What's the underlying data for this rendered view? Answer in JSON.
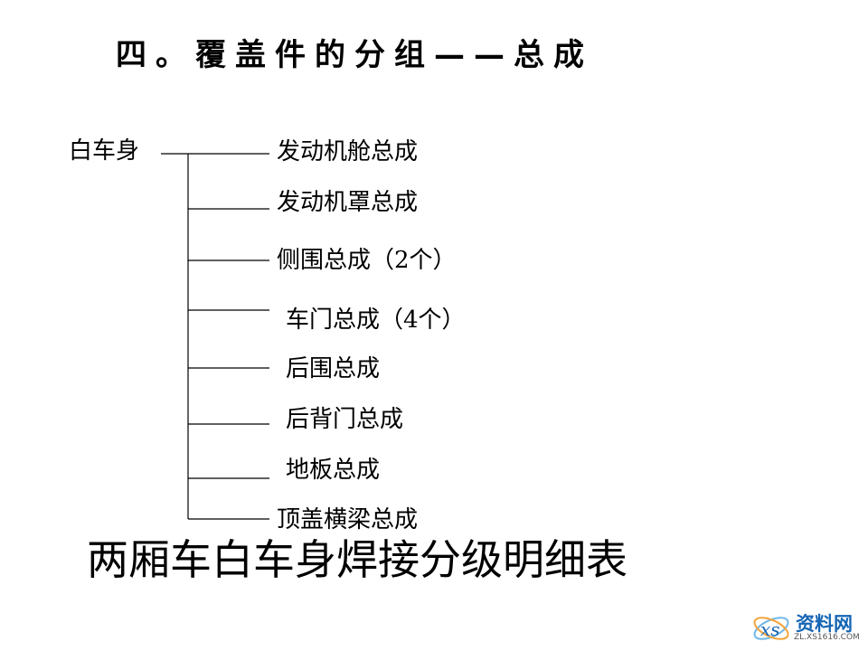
{
  "title": "四。覆盖件的分组——总成",
  "tree": {
    "root": "白车身",
    "children": [
      "发动机舱总成",
      "发动机罩总成",
      "侧围总成（2个）",
      "车门总成（4个）",
      "后围总成",
      "后背门总成",
      "地板总成",
      "顶盖横梁总成"
    ]
  },
  "caption": "两厢车白车身焊接分级明细表",
  "watermark": {
    "brand": "资料网",
    "url": "ZL.XS1616.COM",
    "logo_icon": "xs-logo-icon",
    "colors": {
      "brand": "#1565b4",
      "logo_a": "#6fb7e8",
      "logo_b": "#f2a33a"
    }
  }
}
